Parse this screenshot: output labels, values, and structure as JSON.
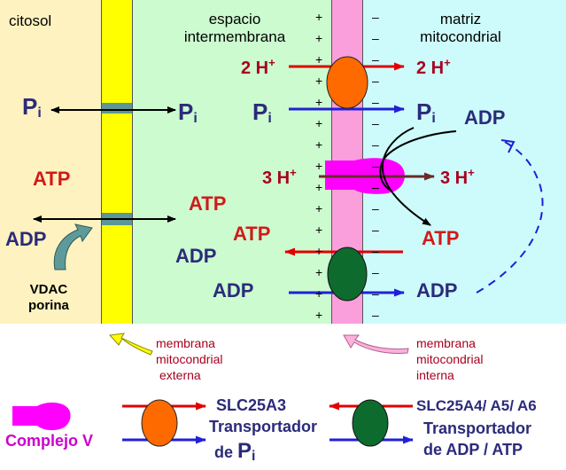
{
  "regions": {
    "cytosol": "citosol",
    "intermembrane_line1": "espacio",
    "intermembrane_line2": "intermembrana",
    "matrix_line1": "matriz",
    "matrix_line2": "mitocondrial"
  },
  "species": {
    "pi_symbol": "P",
    "pi_subscript": "i",
    "atp": "ATP",
    "adp": "ADP",
    "h2_coef": "2 H",
    "h3_coef": "3 H",
    "h_charge": "+"
  },
  "porin": {
    "line1": "VDAC",
    "line2": "porina"
  },
  "membranes": {
    "outer_line1": "membrana",
    "outer_line2": "mitocondrial",
    "outer_line3": "externa",
    "inner_line1": "membrana",
    "inner_line2": "mitocondrial",
    "inner_line3": "interna"
  },
  "legend": {
    "complex_v": "Complejo V",
    "slc25a3_name": "SLC25A3",
    "slc25a3_desc": "Transportador",
    "slc25a3_of": "de",
    "slc25a4_name": "SLC25A4/ A5/ A6",
    "slc25a4_desc": "Transportador",
    "slc25a4_of": "de ADP / ATP"
  },
  "membrane_signs": {
    "positive": "+",
    "negative": "–"
  },
  "colors": {
    "cytosol_bg": "#fdf2c0",
    "intermembrane_bg": "#ccfbcf",
    "matrix_bg": "#cdfbfb",
    "outer_membrane": "#ffff00",
    "inner_membrane": "#fa9fdb",
    "complex_v": "#ff00ff",
    "pi_carrier": "#ff6a00",
    "adp_atp_carrier": "#0d6b2e",
    "text_navy": "#2b2b7a",
    "text_red": "#d11a1a"
  }
}
